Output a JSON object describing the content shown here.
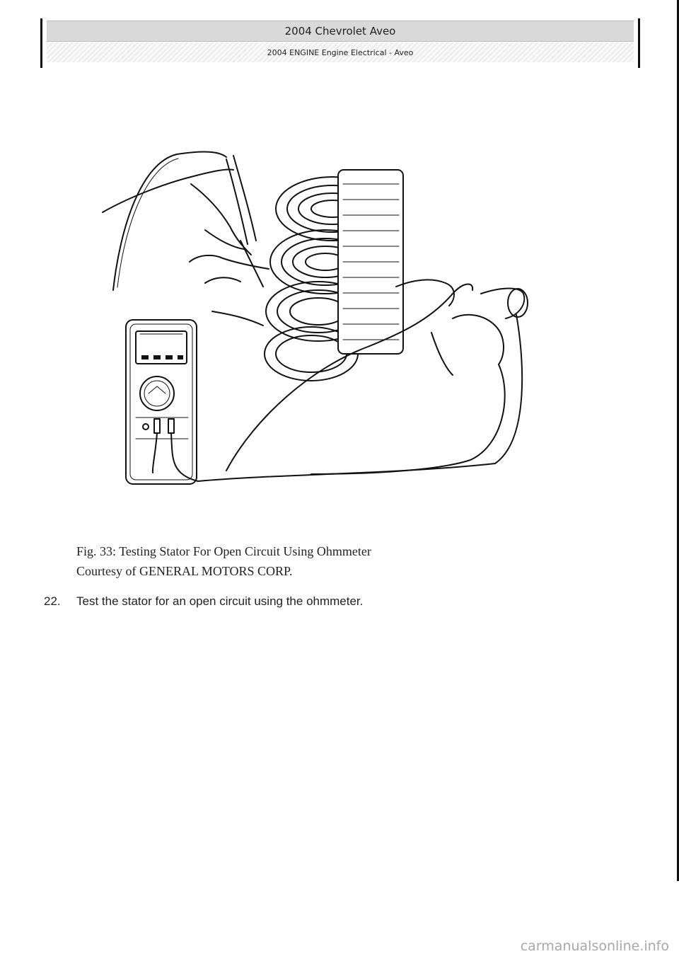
{
  "header": {
    "title": "2004 Chevrolet Aveo",
    "subtitle": "2004 ENGINE Engine Electrical - Aveo"
  },
  "figure": {
    "caption_line1": "Fig. 33: Testing Stator For Open Circuit Using Ohmmeter",
    "caption_line2": "Courtesy of GENERAL MOTORS CORP."
  },
  "step": {
    "number": "22.",
    "text": "Test the stator for an open circuit using the ohmmeter."
  },
  "watermark": "carmanualsonline.info"
}
